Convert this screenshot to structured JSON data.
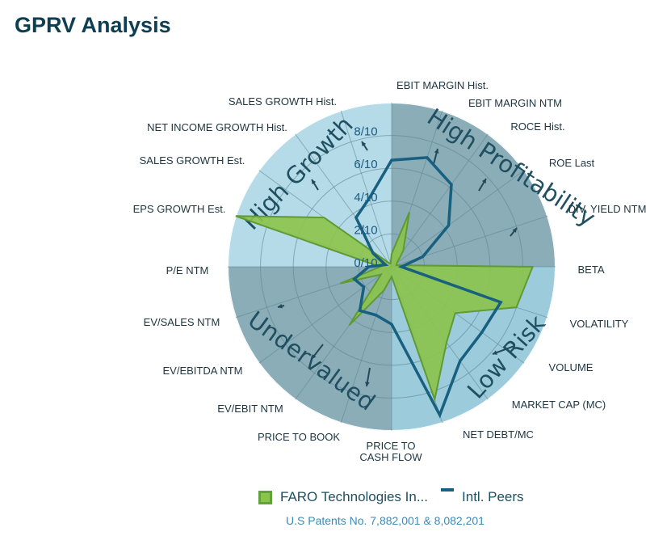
{
  "page": {
    "title": "GPRV Analysis"
  },
  "chart_data": {
    "type": "radar",
    "scale": {
      "min": 0,
      "max": 10,
      "ticks": [
        "0/10",
        "2/10",
        "4/10",
        "6/10",
        "8/10"
      ]
    },
    "axes": [
      "EBIT MARGIN Hist.",
      "EBIT MARGIN NTM",
      "ROCE Hist.",
      "ROE  Last",
      "DIV. YIELD NTM",
      "BETA",
      "VOLATILITY",
      "VOLUME",
      "MARKET CAP (MC)",
      "NET DEBT/MC",
      "PRICE TO\nCASH FLOW",
      "PRICE TO BOOK",
      "EV/EBIT NTM",
      "EV/EBITDA NTM",
      "EV/SALES NTM",
      "P/E NTM",
      "EPS GROWTH Est.",
      "SALES GROWTH Est.",
      "NET INCOME GROWTH Hist.",
      "SALES GROWTH Hist."
    ],
    "quadrants": [
      "High Profitability",
      "Low Risk",
      "Undervalued",
      "High Growth"
    ],
    "series": [
      {
        "name": "FARO Technologies In...",
        "color": "#8cc34a",
        "values": [
          0.8,
          3.5,
          1.2,
          0.4,
          0.3,
          8.6,
          8.0,
          4.8,
          5.7,
          8.5,
          0.6,
          1.5,
          4.4,
          0.8,
          3.3,
          0.7,
          10.0,
          5.1,
          0.3,
          0.2
        ]
      },
      {
        "name": "Intl. Peers",
        "color": "#17607f",
        "values": [
          6.5,
          7.0,
          6.2,
          4.3,
          2.0,
          0.6,
          7.0,
          6.8,
          7.1,
          9.5,
          3.5,
          3.1,
          3.3,
          2.1,
          2.4,
          1.4,
          0.4,
          1.4,
          3.7,
          4.4
        ]
      }
    ]
  },
  "legend": {
    "series1": "FARO Technologies In...",
    "series2": "Intl. Peers"
  },
  "footer": {
    "patents": "U.S Patents No. 7,882,001 & 8,082,201"
  }
}
